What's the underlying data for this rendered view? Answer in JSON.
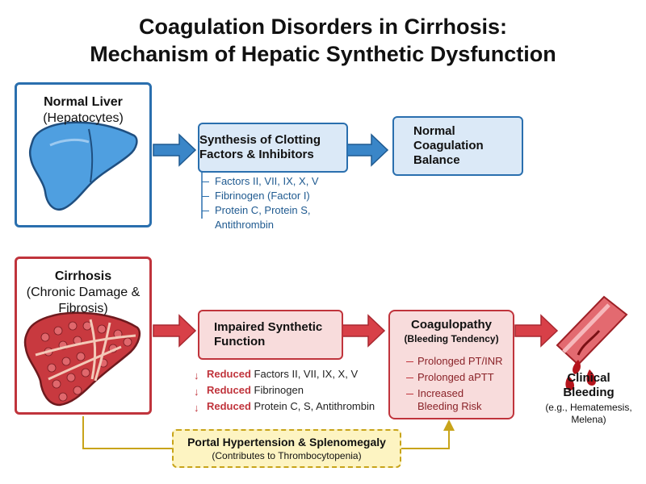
{
  "title": {
    "line1": "Coagulation Disorders in Cirrhosis:",
    "line2": "Mechanism of Hepatic Synthetic Dysfunction"
  },
  "normal_liver": {
    "title": "Normal Liver",
    "subtitle": "(Hepatocytes)"
  },
  "synthesis": {
    "label": "Synthesis of Clotting Factors & Inhibitors",
    "items": [
      "Factors II, VII, IX, X, V",
      "Fibrinogen (Factor I)",
      "Protein C, Protein S, Antithrombin"
    ]
  },
  "normal_balance": {
    "label": "Normal Coagulation Balance"
  },
  "cirrhosis": {
    "title": "Cirrhosis",
    "subtitle": "(Chronic Damage & Fibrosis)"
  },
  "impaired": {
    "label": "Impaired Synthetic Function",
    "reduced_keyword": "Reduced",
    "items": [
      "Factors II, VII, IX, X, V",
      "Fibrinogen",
      "Protein C, S, Antithrombin"
    ]
  },
  "coagulopathy": {
    "title": "Coagulopathy",
    "subtitle": "(Bleeding Tendency)",
    "items": [
      "Prolonged PT/INR",
      "Prolonged aPTT",
      "Increased Bleeding Risk"
    ]
  },
  "clinical": {
    "title": "Clinical Bleeding",
    "subtitle": "(e.g., Hematemesis, Melena)"
  },
  "portal": {
    "title": "Portal Hypertension & Splenomegaly",
    "subtitle": "(Contributes to Thrombocytopenia)"
  },
  "colors": {
    "normal_blue": "#2a6fae",
    "cirrhosis_red": "#c0343c",
    "portal_yellow": "#c8a41a"
  }
}
